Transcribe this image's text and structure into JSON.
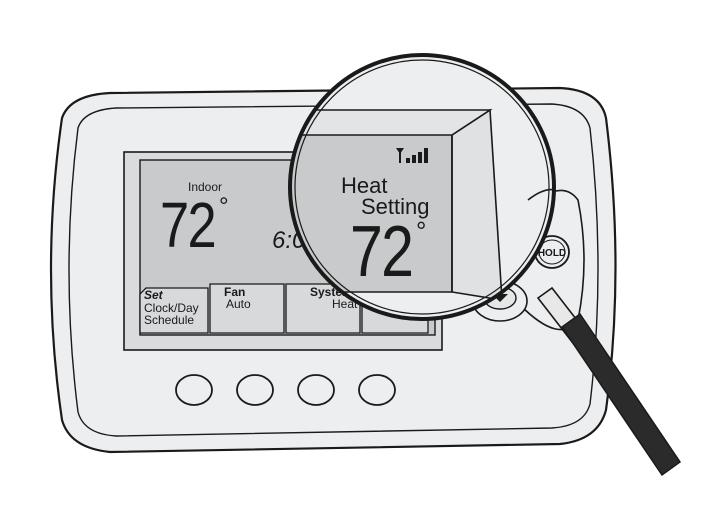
{
  "thermostat": {
    "indoor_label": "Indoor",
    "indoor_temp": "72",
    "degree_symbol": "°",
    "time_partial": "6:0",
    "tabs": {
      "set_label": "Set",
      "set_line1": "Clock/Day",
      "set_line2": "Schedule",
      "fan_label": "Fan",
      "fan_value": "Auto",
      "system_label": "System",
      "system_value": "Heat"
    },
    "hold_label": "HOLD"
  },
  "magnifier": {
    "mode_line1": "Heat",
    "mode_line2": "Setting",
    "set_temp": "72",
    "degree_symbol": "°",
    "signal_icon": "wireless-signal-icon"
  },
  "colors": {
    "outline": "#1a1a1a",
    "housing": "#eceeef",
    "housing_shadow": "#d3d6d8",
    "lcd": "#c9cacb",
    "lcd_bevel": "#a9abad",
    "handle": "#2b2b2b"
  }
}
